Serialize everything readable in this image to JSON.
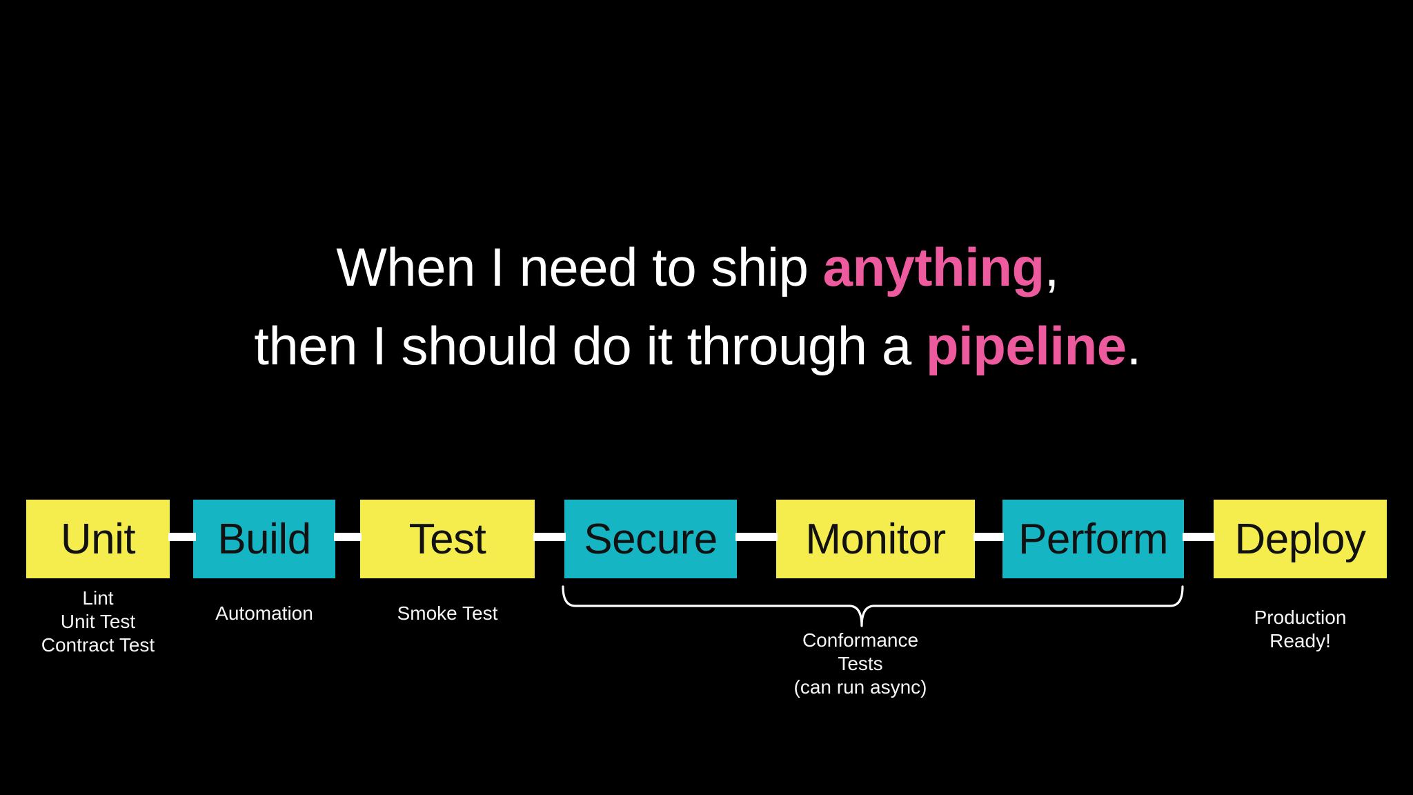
{
  "slide": {
    "headline": {
      "line1": {
        "pre": "When I need to ship ",
        "highlight": "anything",
        "post": ","
      },
      "line2": {
        "pre": "then I should do it through a ",
        "highlight": "pipeline",
        "post": "."
      }
    },
    "pipeline": {
      "stages": [
        {
          "label": "Unit",
          "color": "yellow",
          "sublabel": [
            "Lint",
            "Unit Test",
            "Contract Test"
          ]
        },
        {
          "label": "Build",
          "color": "cyan",
          "sublabel": [
            "Automation"
          ]
        },
        {
          "label": "Test",
          "color": "yellow",
          "sublabel": [
            "Smoke Test"
          ]
        },
        {
          "label": "Secure",
          "color": "cyan",
          "sublabel": []
        },
        {
          "label": "Monitor",
          "color": "yellow",
          "sublabel": []
        },
        {
          "label": "Perform",
          "color": "cyan",
          "sublabel": []
        },
        {
          "label": "Deploy",
          "color": "yellow",
          "sublabel": [
            "Production",
            "Ready!"
          ]
        }
      ],
      "brace_label": [
        "Conformance",
        "Tests",
        "(can run async)"
      ]
    },
    "colors": {
      "background": "#000000",
      "box_yellow": "#f5ec4e",
      "box_cyan": "#16b5c4",
      "highlight_pink": "#ee5a9e",
      "box_text": "#111111",
      "light_text": "#ffffff"
    }
  }
}
